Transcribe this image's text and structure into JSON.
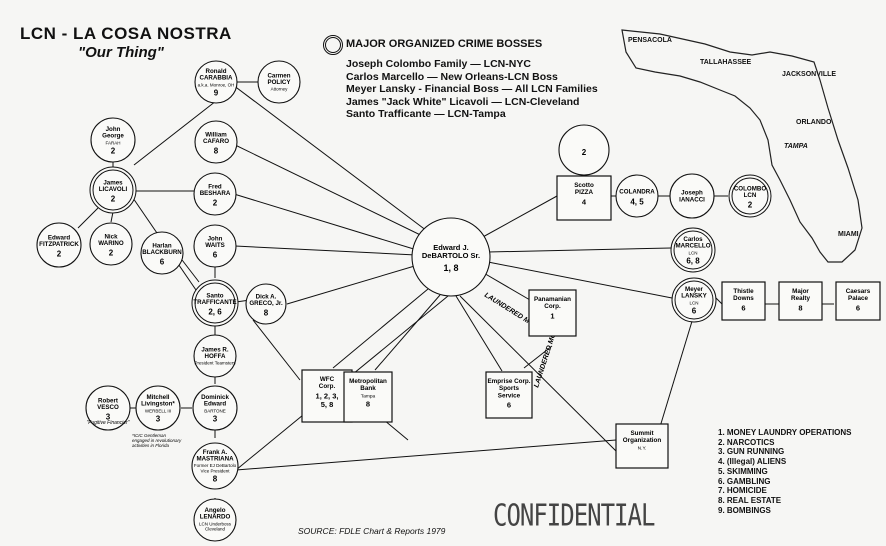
{
  "title": "LCN - LA COSA NOSTRA",
  "subtitle": "\"Our Thing\"",
  "legend_title": "MAJOR ORGANIZED CRIME BOSSES",
  "bosses": [
    "Joseph Colombo Family — LCN-NYC",
    "Carlos Marcello — New Orleans-LCN Boss",
    "Meyer Lansky - Financial Boss — All LCN Families",
    "James \"Jack White\" Licavoli — LCN-Cleveland",
    "Santo Trafficante — LCN-Tampa"
  ],
  "activities": [
    "1. MONEY LAUNDRY OPERATIONS",
    "2. NARCOTICS",
    "3. GUN RUNNING",
    "4. (Illegal) ALIENS",
    "5. SKIMMING",
    "6. GAMBLING",
    "7. HOMICIDE",
    "8. REAL ESTATE",
    "9. BOMBINGS"
  ],
  "source": "SOURCE: FDLE Chart & Reports 1979",
  "stamp": "CONFIDENTIAL",
  "map_cities": [
    "PENSACOLA",
    "TALLAHASSEE",
    "JACKSONVILLE",
    "ORLANDO",
    "TAMPA",
    "MIAMI"
  ],
  "edge_labels": [
    "LAUNDERED MONEY",
    "LAUNDERED MONEY"
  ],
  "side_notes": {
    "vesco": "\"Fugitive Financier\"",
    "werbell": "*ICIC Gentleman\nengaged in revolutionary\nactivities in Florida"
  },
  "nodes": [
    {
      "id": "carabbia",
      "lines": [
        "Ronald",
        "CARABBIA",
        "a.k.a. Monroe, OH"
      ],
      "num": "9",
      "boss": false
    },
    {
      "id": "policy",
      "lines": [
        "Carmen",
        "POLICY",
        "Attorney"
      ],
      "num": "",
      "boss": false
    },
    {
      "id": "farah",
      "lines": [
        "John",
        "George",
        "FARAH"
      ],
      "num": "2",
      "boss": false
    },
    {
      "id": "cafaro",
      "lines": [
        "William",
        "CAFARO"
      ],
      "num": "8",
      "boss": false
    },
    {
      "id": "licavoli",
      "lines": [
        "James",
        "LICAVOLI"
      ],
      "num": "2",
      "boss": true
    },
    {
      "id": "beshara",
      "lines": [
        "Fred",
        "BESHARA"
      ],
      "num": "2",
      "boss": false
    },
    {
      "id": "fitzpatrick",
      "lines": [
        "Edward",
        "FITZPATRICK"
      ],
      "num": "2",
      "boss": false
    },
    {
      "id": "warino",
      "lines": [
        "Nick",
        "WARINO"
      ],
      "num": "2",
      "boss": false
    },
    {
      "id": "blackburn",
      "lines": [
        "Harlan",
        "BLACKBURN"
      ],
      "num": "6",
      "boss": false
    },
    {
      "id": "waits",
      "lines": [
        "John",
        "WAITS"
      ],
      "num": "6",
      "boss": false
    },
    {
      "id": "trafficante",
      "lines": [
        "Santo",
        "TRAFFICANTE"
      ],
      "num": "2, 6",
      "boss": true
    },
    {
      "id": "greco",
      "lines": [
        "Dick A.",
        "GRECO, Jr."
      ],
      "num": "8",
      "boss": false
    },
    {
      "id": "hoffa",
      "lines": [
        "James R.",
        "HOFFA",
        "President Teamsters"
      ],
      "num": "",
      "boss": false
    },
    {
      "id": "vesco",
      "lines": [
        "Robert",
        "VESCO"
      ],
      "num": "3",
      "boss": false
    },
    {
      "id": "werbell",
      "lines": [
        "Mitchell",
        "Livingston*",
        "WERBELL III"
      ],
      "num": "3",
      "boss": false
    },
    {
      "id": "bartone",
      "lines": [
        "Dominick",
        "Edward",
        "BARTONE"
      ],
      "num": "3",
      "boss": false
    },
    {
      "id": "mastriana",
      "lines": [
        "Frank A.",
        "MASTRIANA",
        "Former EJ DeBartolo",
        "Vice President"
      ],
      "num": "8",
      "boss": false
    },
    {
      "id": "lenardo",
      "lines": [
        "Angelo",
        "LENARDO",
        "LCN Underboss",
        "Cleveland"
      ],
      "num": "",
      "boss": false
    },
    {
      "id": "debartolo",
      "lines": [
        "Edward J.",
        "DeBARTOLO Sr."
      ],
      "num": "1, 8",
      "boss": false
    },
    {
      "id": "two",
      "lines": [],
      "num": "2",
      "boss": false
    },
    {
      "id": "colandra",
      "lines": [
        "COLANDRA"
      ],
      "num": "4, 5",
      "boss": false
    },
    {
      "id": "ianacci",
      "lines": [
        "Joseph",
        "IANACCI"
      ],
      "num": "",
      "boss": false
    },
    {
      "id": "colombo",
      "lines": [
        "COLOMBO",
        "LCN"
      ],
      "num": "2",
      "boss": true
    },
    {
      "id": "marcello",
      "lines": [
        "Carlos",
        "MARCELLO",
        "LCN"
      ],
      "num": "6, 8",
      "boss": true
    },
    {
      "id": "lansky",
      "lines": [
        "Meyer",
        "LANSKY",
        "LCN"
      ],
      "num": "6",
      "boss": true
    }
  ],
  "boxes": [
    {
      "id": "pizza",
      "lines": [
        "Scotto",
        "PIZZA"
      ],
      "num": "4"
    },
    {
      "id": "panamanian",
      "lines": [
        "Panamanian",
        "Corp."
      ],
      "num": "1"
    },
    {
      "id": "wfc",
      "lines": [
        "WFC",
        "Corp."
      ],
      "num": "1, 2, 3,\n5, 8"
    },
    {
      "id": "metro",
      "lines": [
        "Metropolitan",
        "Bank",
        "Tampa"
      ],
      "num": "8"
    },
    {
      "id": "emprise",
      "lines": [
        "Emprise Corp.",
        "Sports",
        "Service"
      ],
      "num": "6"
    },
    {
      "id": "summit",
      "lines": [
        "Summit",
        "Organization",
        "N.Y."
      ],
      "num": ""
    },
    {
      "id": "thistle",
      "lines": [
        "Thistle",
        "Downs"
      ],
      "num": "6"
    },
    {
      "id": "realty",
      "lines": [
        "Major",
        "Realty"
      ],
      "num": "8"
    },
    {
      "id": "caesars",
      "lines": [
        "Caesars",
        "Palace"
      ],
      "num": "6"
    }
  ]
}
